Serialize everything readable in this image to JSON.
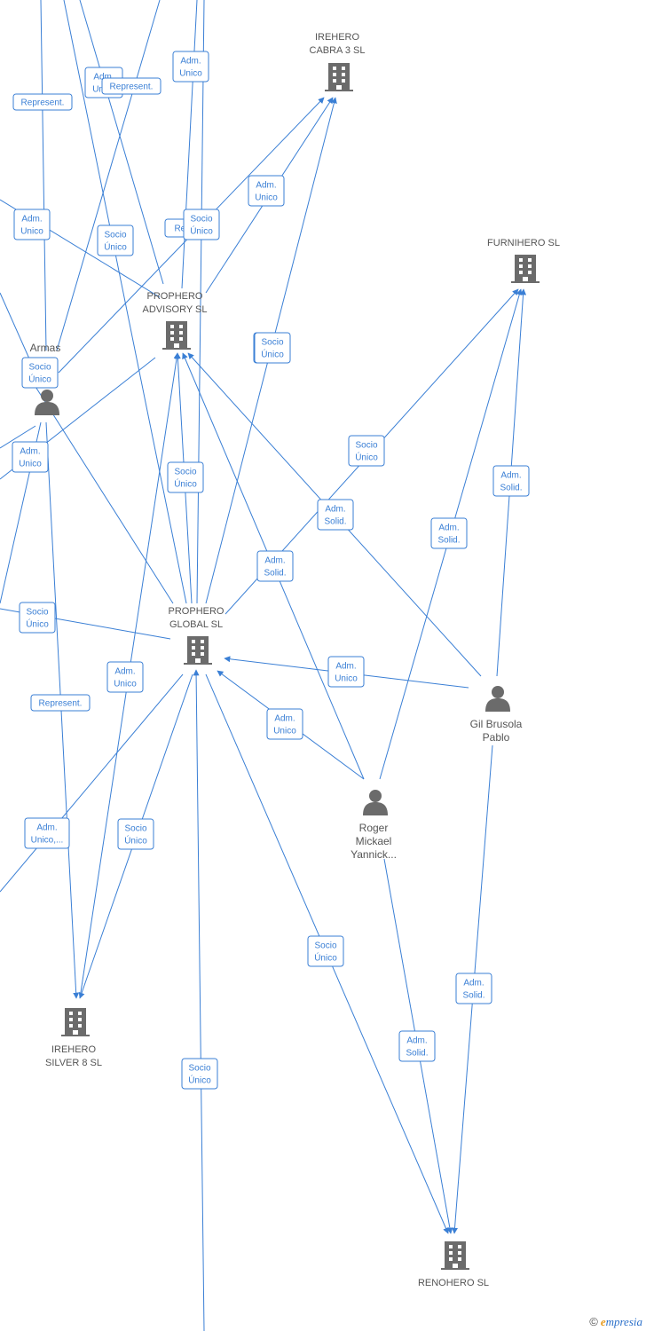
{
  "companies": [
    {
      "id": "irehero_cabra",
      "lines": [
        "IREHERO",
        "CABRA 3  SL"
      ]
    },
    {
      "id": "furnihero",
      "lines": [
        "FURNIHERO  SL"
      ]
    },
    {
      "id": "prophero_advisory",
      "lines": [
        "PROPHERO",
        "ADVISORY  SL"
      ]
    },
    {
      "id": "prophero_global",
      "lines": [
        "PROPHERO",
        "GLOBAL  SL"
      ]
    },
    {
      "id": "irehero_silver",
      "lines": [
        "IREHERO",
        "SILVER 8  SL"
      ]
    },
    {
      "id": "renohero",
      "lines": [
        "RENOHERO  SL"
      ]
    }
  ],
  "persons": [
    {
      "id": "armas",
      "lines": [
        "Armas"
      ]
    },
    {
      "id": "gil",
      "lines": [
        "Gil Brusola",
        "Pablo"
      ]
    },
    {
      "id": "roger",
      "lines": [
        "Roger",
        "Mickael",
        "Yannick..."
      ]
    }
  ],
  "badges": [
    [
      "Adm.",
      "Unico"
    ],
    [
      "Adm.",
      "Unico"
    ],
    [
      "Represent."
    ],
    [
      "Represent."
    ],
    [
      "Adm.",
      "Unico"
    ],
    [
      "Adm.",
      "Unico"
    ],
    [
      "Socio",
      "Único"
    ],
    [
      "Re..."
    ],
    [
      "Socio",
      "Único"
    ],
    [
      "Socio",
      "Único"
    ],
    [
      "Socio",
      "Único"
    ],
    [
      "Socio",
      "Único"
    ],
    [
      "Adm.",
      "Unico"
    ],
    [
      "Socio",
      "Único"
    ],
    [
      "Socio",
      "Único"
    ],
    [
      "Adm.",
      "Solid."
    ],
    [
      "Adm.",
      "Solid."
    ],
    [
      "Adm.",
      "Solid."
    ],
    [
      "Adm.",
      "Solid."
    ],
    [
      "Socio",
      "Único"
    ],
    [
      "Adm.",
      "Unico"
    ],
    [
      "Adm.",
      "Unico"
    ],
    [
      "Represent."
    ],
    [
      "Adm.",
      "Unico"
    ],
    [
      "Adm.",
      "Unico,..."
    ],
    [
      "Socio",
      "Único"
    ],
    [
      "Socio",
      "Único"
    ],
    [
      "Adm.",
      "Solid."
    ],
    [
      "Adm.",
      "Solid."
    ],
    [
      "Socio",
      "Único"
    ]
  ],
  "footer": {
    "copyright": "©",
    "brand_initial": "e",
    "brand_rest": "mpresia"
  }
}
